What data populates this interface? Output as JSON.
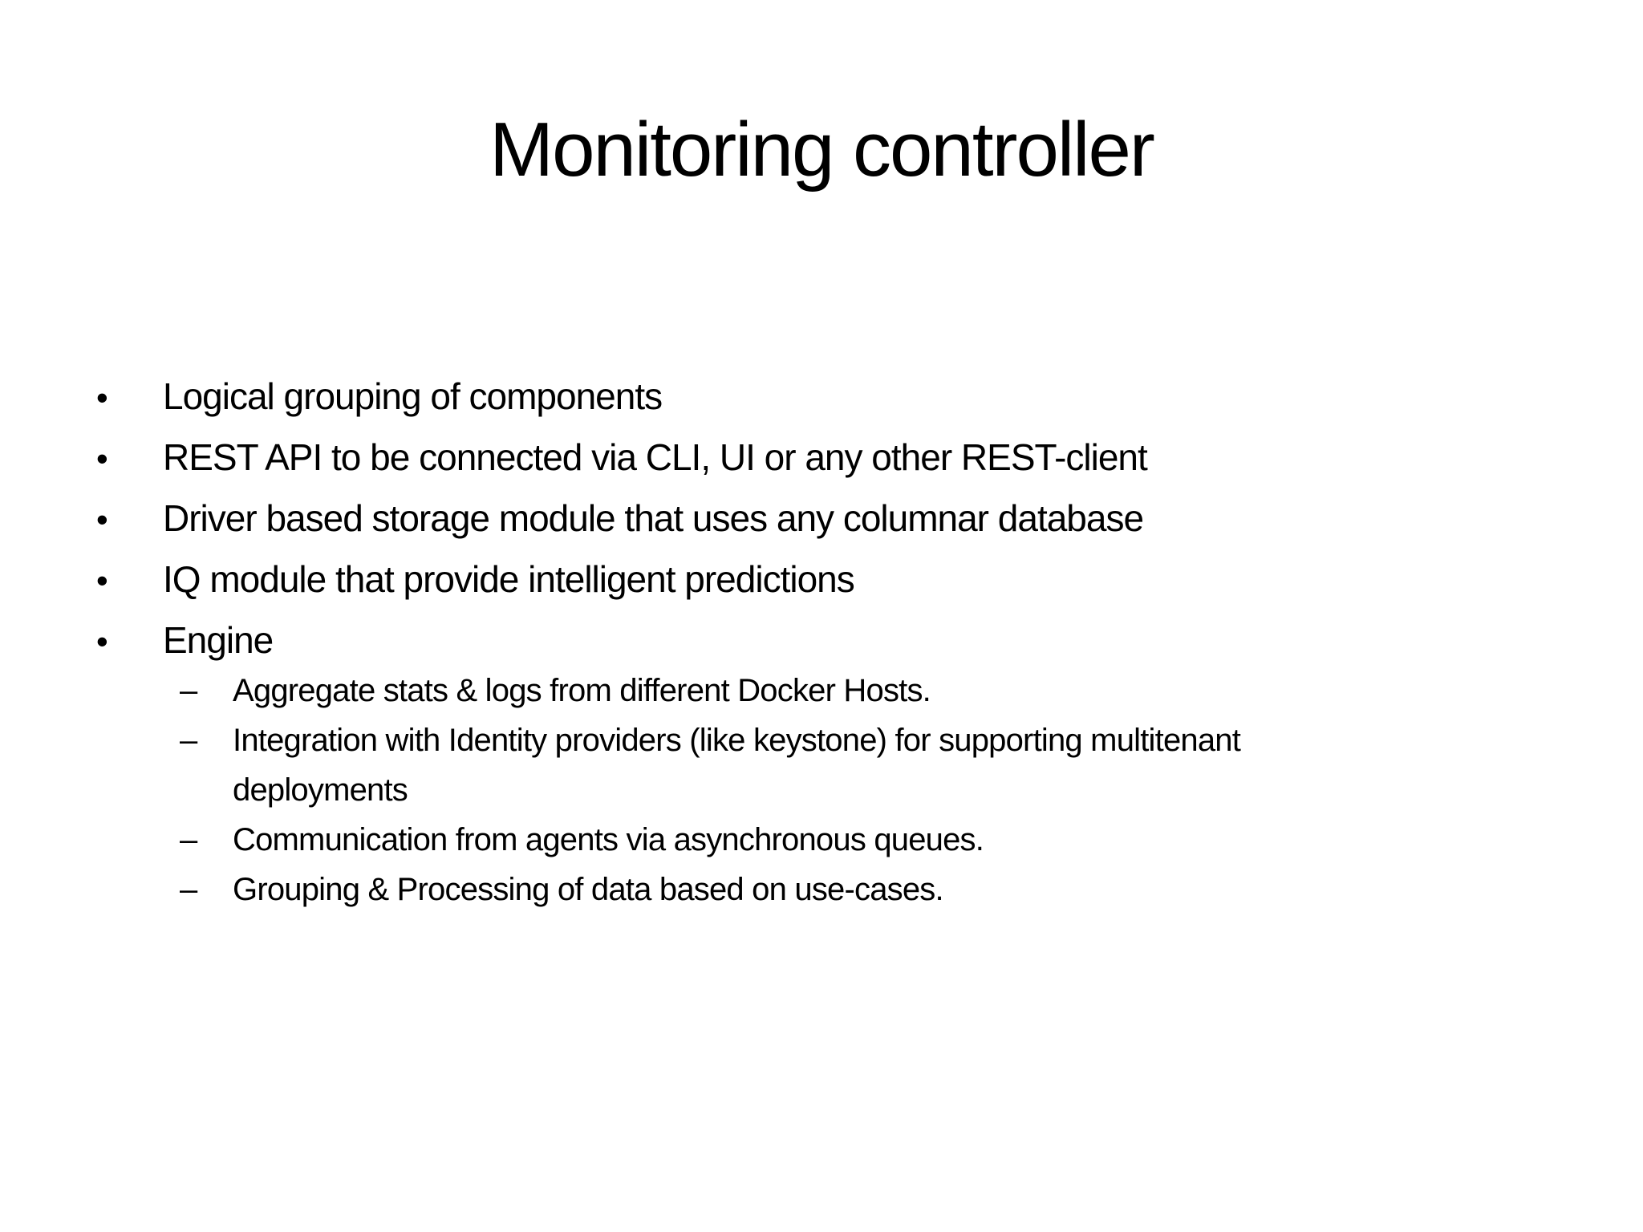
{
  "slide": {
    "title": "Monitoring controller",
    "bullet_char": "•",
    "dash_char": "–",
    "bullets": [
      {
        "text": "Logical grouping of components"
      },
      {
        "text": "REST API to be connected via CLI, UI or any other REST-client"
      },
      {
        "text": "Driver based storage module that uses any columnar database"
      },
      {
        "text": "IQ module that provide intelligent predictions"
      },
      {
        "text": "Engine"
      }
    ],
    "engine_sub_bullets": [
      {
        "lines": [
          "Aggregate stats & logs from different Docker Hosts."
        ]
      },
      {
        "lines": [
          "Integration with Identity providers (like keystone) for supporting multitenant",
          "deployments"
        ]
      },
      {
        "lines": [
          "Communication from agents via asynchronous queues."
        ]
      },
      {
        "lines": [
          "Grouping & Processing of data based on use-cases."
        ]
      }
    ]
  }
}
